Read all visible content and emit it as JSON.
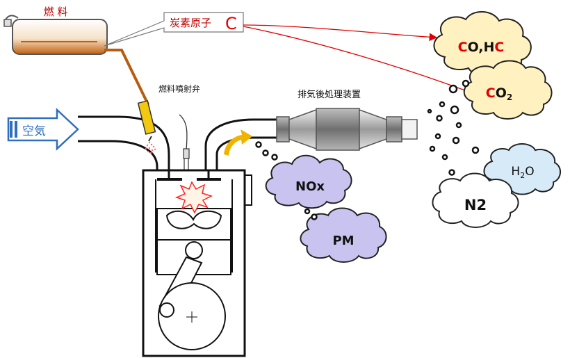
{
  "labels": {
    "fuel": "燃 料",
    "carbon_atom": "炭素原子",
    "carbon_symbol": "C",
    "injector": "燃料噴射弁",
    "aftertreatment": "排気後処理装置",
    "air": "空気",
    "co_hc": {
      "c1": "C",
      "o": "O,H",
      "c2": "C"
    },
    "co2": {
      "c": "C",
      "o": "O",
      "sub": "2"
    },
    "h2o": {
      "h": "H",
      "sub": "2",
      "o": "O"
    },
    "n2": "N2",
    "nox": "NOx",
    "pm": "PM"
  },
  "colors": {
    "carbon_red": "#e00000",
    "callout_red": "#c00000",
    "fuel_amber": "#c06010",
    "cloud_yellow": "#fff2c0",
    "cloud_purple": "#c9c4ef",
    "cloud_blue": "#d6eaf8",
    "cloud_white": "#ffffff",
    "air_arrow": "#2e6fbf",
    "injector_yellow": "#f2c811",
    "exhaust_arrow": "#f0b400",
    "spark": "#ff2020"
  }
}
